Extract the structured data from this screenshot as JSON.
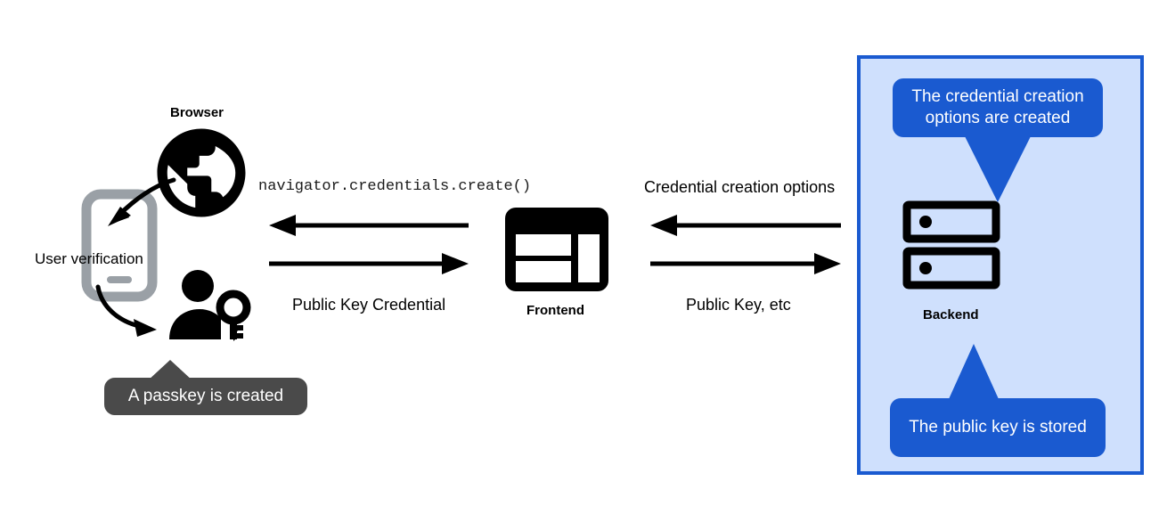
{
  "diagram": {
    "title": "WebAuthn passkey registration flow",
    "background": "#ffffff",
    "colors": {
      "accent_blue": "#1a5ad0",
      "panel_fill": "#cfe0fd",
      "tooltip_dark": "#4a4a4a",
      "icon_black": "#000000",
      "phone_gray": "#9aa0a6"
    }
  },
  "nodes": {
    "browser": {
      "label": "Browser",
      "icon": "globe-icon"
    },
    "phone": {
      "icon": "phone-icon"
    },
    "user_key": {
      "icon": "user-with-key-icon"
    },
    "frontend": {
      "label": "Frontend",
      "icon": "layout-dashboard-icon"
    },
    "backend": {
      "label": "Backend",
      "icon": "server-rack-icon"
    }
  },
  "annotations": {
    "user_verification": "User verification",
    "passkey_created": "A passkey is created",
    "credential_options_created": "The credential creation options are created",
    "public_key_stored": "The public key is stored"
  },
  "arrows": {
    "browser_frontend": {
      "top_label": "navigator.credentials.create()",
      "top_direction": "left",
      "bottom_label": "Public Key Credential",
      "bottom_direction": "right"
    },
    "frontend_backend": {
      "top_label": "Credential creation options",
      "top_direction": "left",
      "bottom_label": "Public Key, etc",
      "bottom_direction": "right"
    }
  }
}
